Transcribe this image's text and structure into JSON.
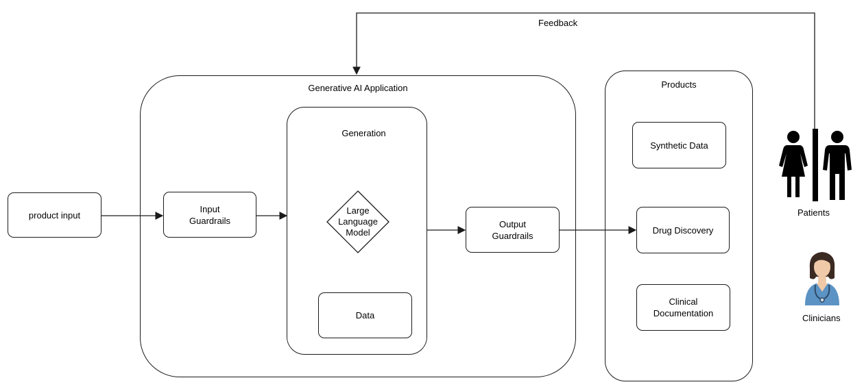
{
  "feedback_label": "Feedback",
  "input": {
    "label": "product input"
  },
  "app": {
    "title": "Generative AI Application",
    "input_guardrails": "Input\nGuardrails",
    "generation": {
      "title": "Generation",
      "llm": "Large\nLanguage\nModel",
      "data": "Data"
    },
    "output_guardrails": "Output\nGuardrails"
  },
  "products": {
    "title": "Products",
    "items": [
      "Synthetic Data",
      "Drug Discovery",
      "Clinical\nDocumentation"
    ]
  },
  "users": {
    "patients_label": "Patients",
    "clinicians_label": "Clinicians"
  },
  "colors": {
    "stroke": "#1a1a1a",
    "figure": "#000000",
    "scrubs": "#5b93c4",
    "skin": "#f0c9a8",
    "hair": "#3b2a22"
  }
}
